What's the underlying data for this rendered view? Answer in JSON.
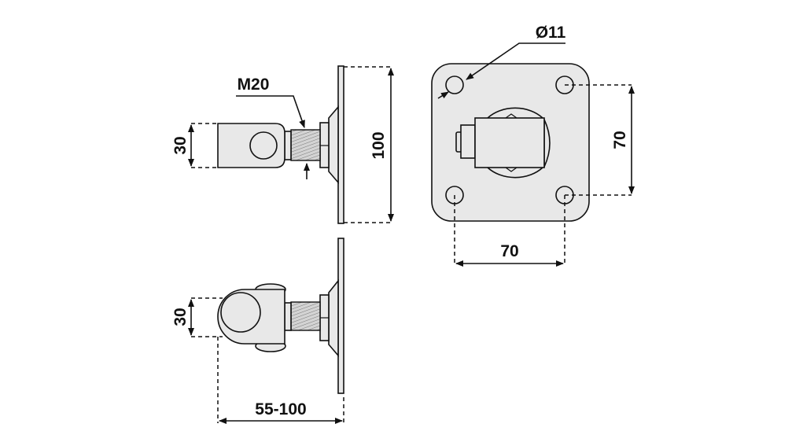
{
  "title": "Adjustable gate hinge with mounting plate - dimension drawing",
  "views": {
    "side_top": {
      "thread_label": "M20",
      "eye_height_label": "30",
      "plate_height_label": "100"
    },
    "side_bottom": {
      "eye_height_label": "30",
      "length_label": "55-100"
    },
    "front_plate": {
      "hole_diameter_label": "Ø11",
      "vertical_spacing_label": "70",
      "horizontal_spacing_label": "70"
    }
  },
  "colors": {
    "part_fill": "#e8e8e8",
    "line": "#111111"
  }
}
